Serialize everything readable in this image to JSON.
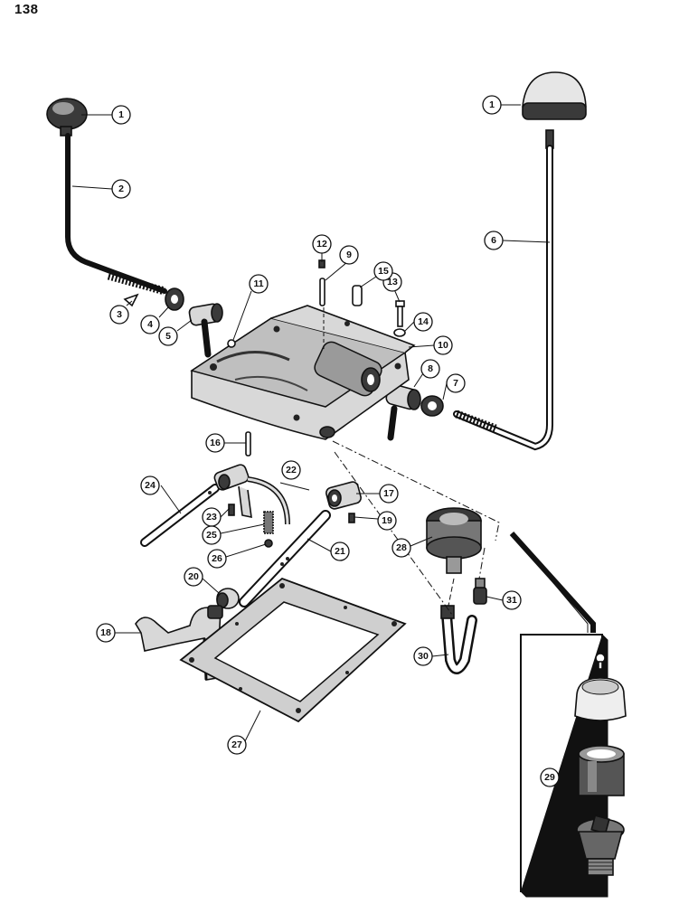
{
  "page_number": "138",
  "callouts": [
    {
      "key": "c1a",
      "label": "1"
    },
    {
      "key": "c1b",
      "label": "1"
    },
    {
      "key": "c2",
      "label": "2"
    },
    {
      "key": "c3",
      "label": "3"
    },
    {
      "key": "c4",
      "label": "4"
    },
    {
      "key": "c5",
      "label": "5"
    },
    {
      "key": "c6",
      "label": "6"
    },
    {
      "key": "c7",
      "label": "7"
    },
    {
      "key": "c8",
      "label": "8"
    },
    {
      "key": "c9",
      "label": "9"
    },
    {
      "key": "c10",
      "label": "10"
    },
    {
      "key": "c11",
      "label": "11"
    },
    {
      "key": "c12",
      "label": "12"
    },
    {
      "key": "c13",
      "label": "13"
    },
    {
      "key": "c14",
      "label": "14"
    },
    {
      "key": "c15",
      "label": "15"
    },
    {
      "key": "c16",
      "label": "16"
    },
    {
      "key": "c17",
      "label": "17"
    },
    {
      "key": "c18",
      "label": "18"
    },
    {
      "key": "c19",
      "label": "19"
    },
    {
      "key": "c20",
      "label": "20"
    },
    {
      "key": "c21",
      "label": "21"
    },
    {
      "key": "c22",
      "label": "22"
    },
    {
      "key": "c23",
      "label": "23"
    },
    {
      "key": "c24",
      "label": "24"
    },
    {
      "key": "c25",
      "label": "25"
    },
    {
      "key": "c26",
      "label": "26"
    },
    {
      "key": "c27",
      "label": "27"
    },
    {
      "key": "c28",
      "label": "28"
    },
    {
      "key": "c29",
      "label": "29"
    },
    {
      "key": "c30",
      "label": "30"
    },
    {
      "key": "c31",
      "label": "31"
    }
  ]
}
